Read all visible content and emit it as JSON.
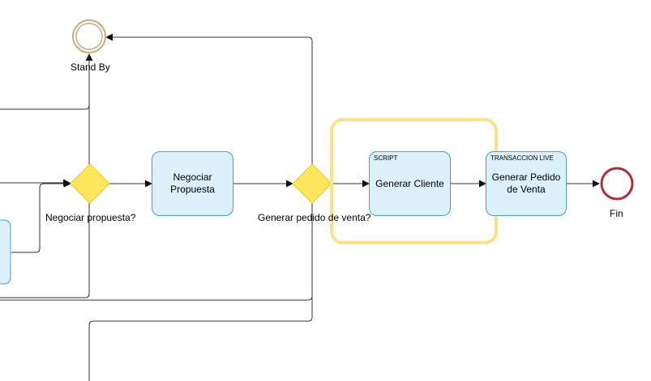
{
  "colors": {
    "task_fill": "#dbf0f8",
    "task_stroke": "#4a9cc2",
    "gateway_fill": "#fde65c",
    "gateway_stroke": "#e8c81a",
    "start_event_stroke": "#c9ab7d",
    "end_event_stroke": "#ad2f3b",
    "highlight_stroke": "#fce08a",
    "line": "#222222"
  },
  "events": {
    "standby_label": "Stand By",
    "end_label": "Fin"
  },
  "gateways": {
    "negociar_label": "Negociar propuesta?",
    "pedido_label": "Generar pedido de venta?"
  },
  "tasks": {
    "negociar": {
      "text": "Negociar\nPropuesta"
    },
    "generar_cliente": {
      "tag": "SCRIPT",
      "text": "Generar Cliente"
    },
    "generar_pedido": {
      "tag": "TRANSACCION LIVE",
      "text": "Generar Pedido\nde Venta"
    }
  }
}
